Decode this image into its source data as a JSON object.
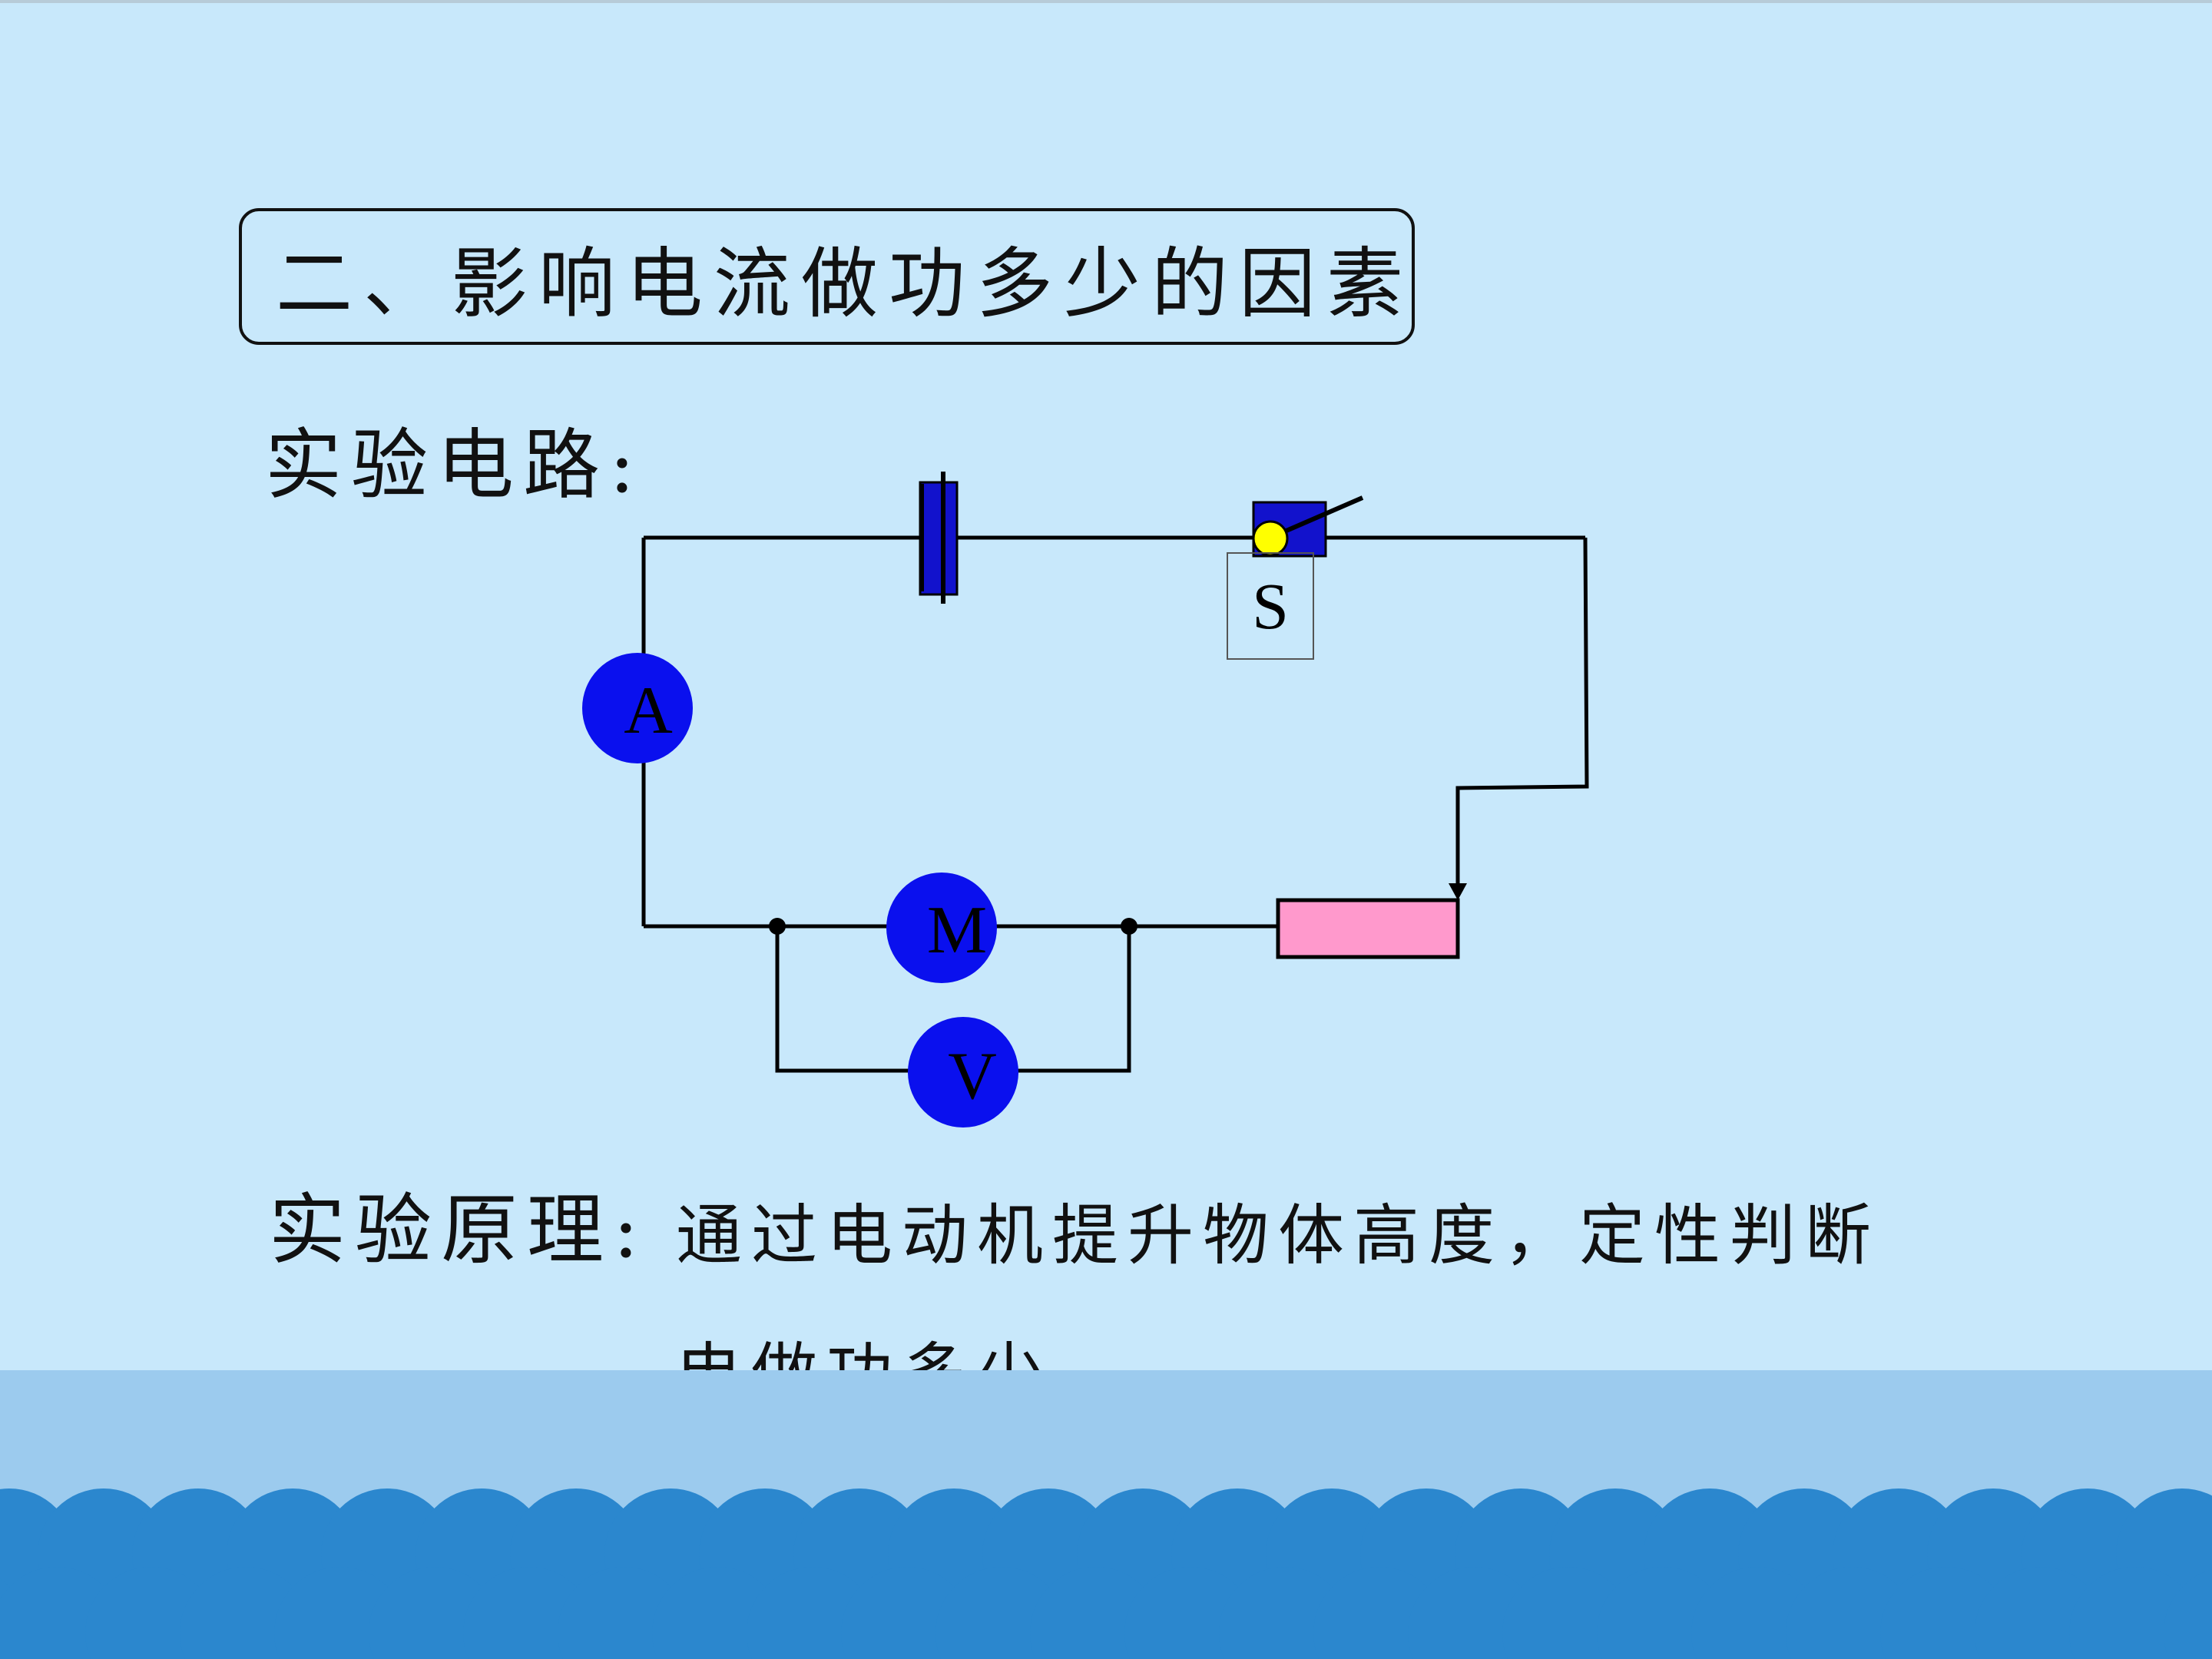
{
  "title": "二、影响电流做功多少的因素",
  "circuit_heading": "实验电路:",
  "circuit": {
    "ammeter_label": "A",
    "motor_label": "M",
    "voltmeter_label": "V",
    "switch_label": "S"
  },
  "principle": {
    "label": "实验原理:",
    "line1": "通过电动机提升物体高度，定性判断",
    "line2": "电做功多少。"
  },
  "colors": {
    "background": "#c8e8fb",
    "meter_fill": "#0a10ee",
    "battery_fill": "#1212cc",
    "switch_pivot": "#ffff00",
    "rheostat_fill": "#ff99cc",
    "wave_dark": "#2b87ce",
    "wave_band": "#9ccbee"
  }
}
